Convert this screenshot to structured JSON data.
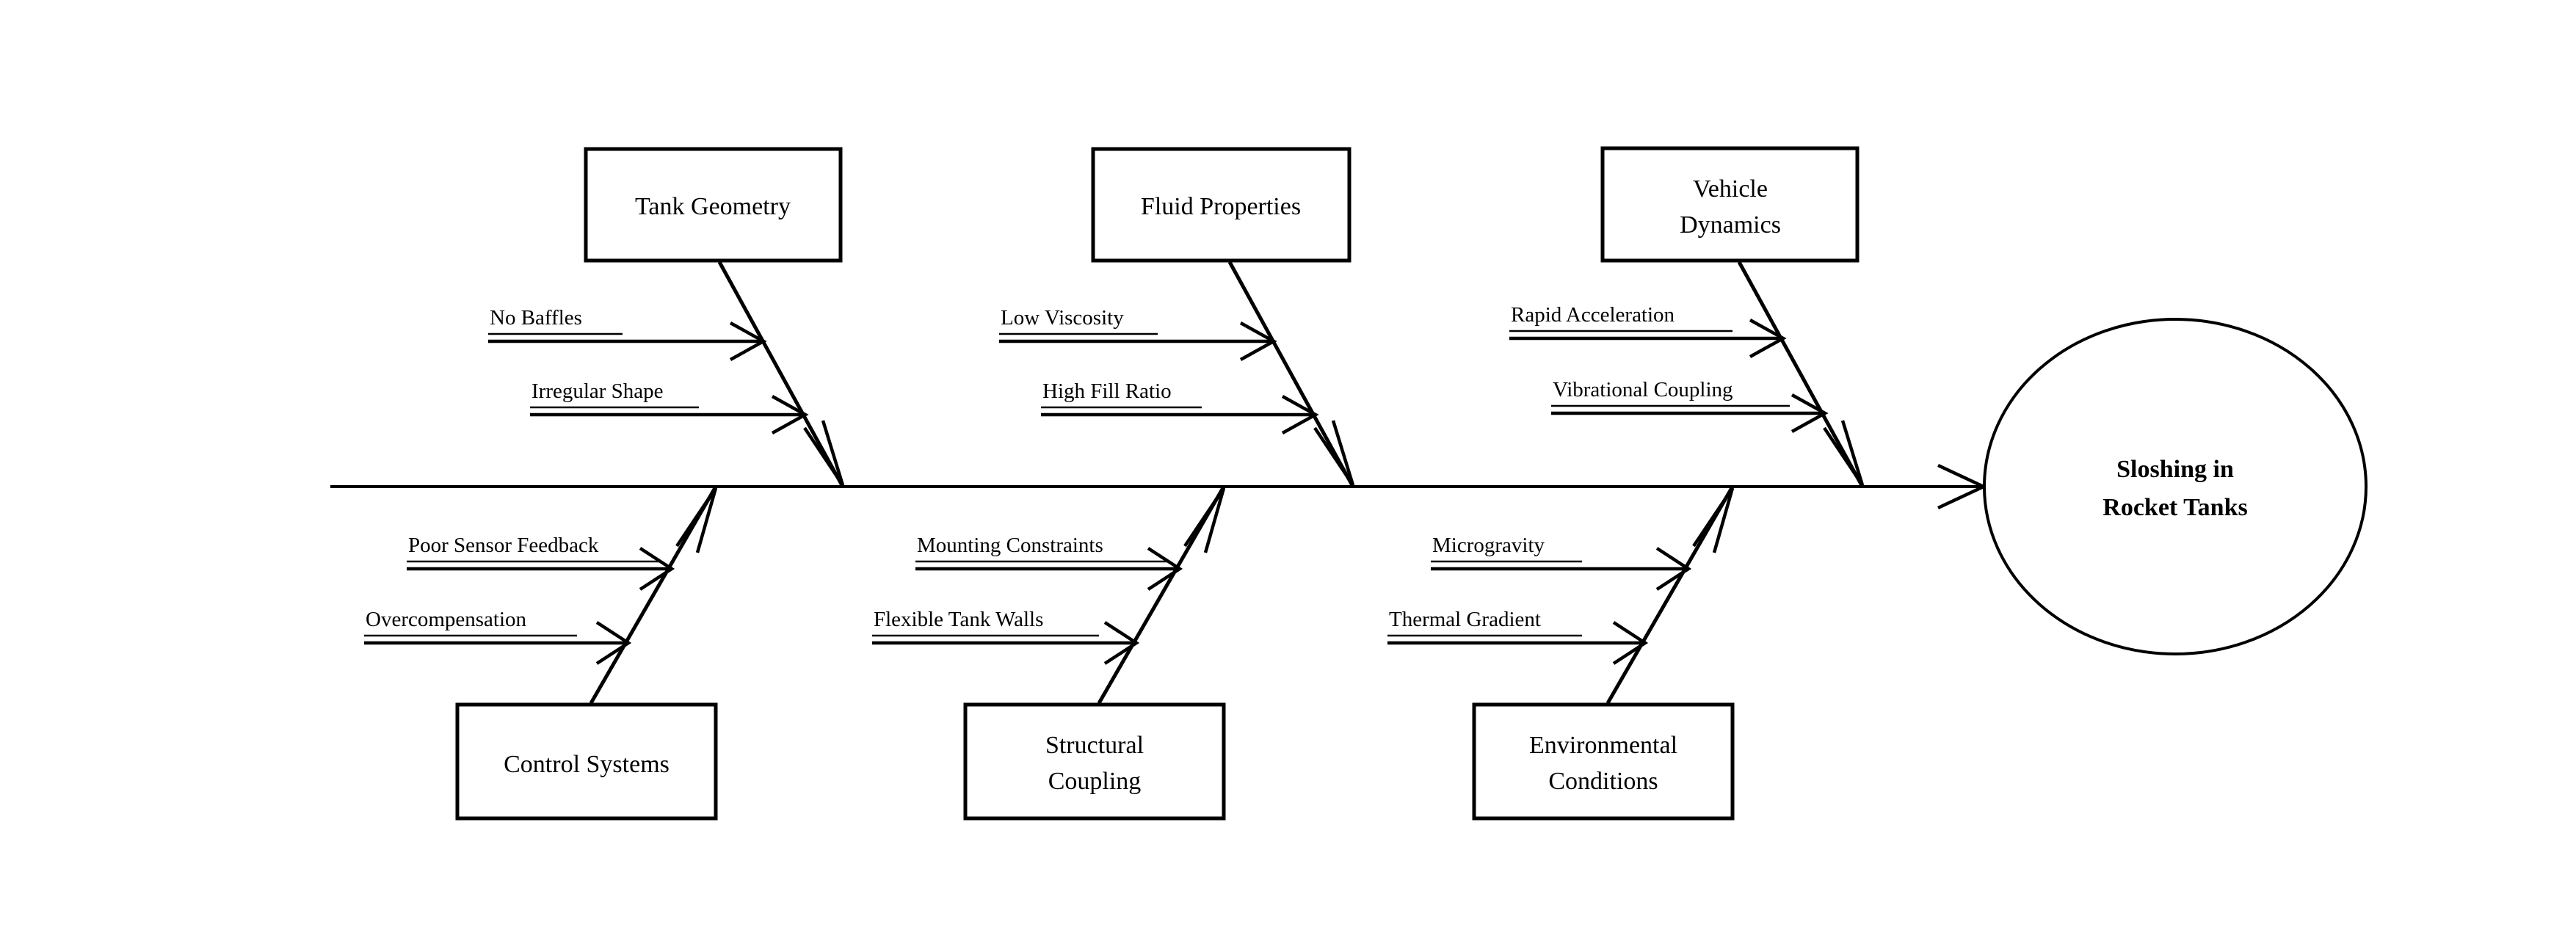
{
  "diagram": {
    "type": "fishbone-ishikawa",
    "effect": {
      "line1": "Sloshing in",
      "line2": "Rocket Tanks"
    },
    "categories": [
      {
        "id": "tank-geometry",
        "label_line1": "Tank Geometry",
        "label_line2": "",
        "position": "top",
        "causes": [
          "No Baffles",
          "Irregular Shape"
        ]
      },
      {
        "id": "fluid-properties",
        "label_line1": "Fluid Properties",
        "label_line2": "",
        "position": "top",
        "causes": [
          "Low Viscosity",
          "High Fill Ratio"
        ]
      },
      {
        "id": "vehicle-dynamics",
        "label_line1": "Vehicle",
        "label_line2": "Dynamics",
        "position": "top",
        "causes": [
          "Rapid Acceleration",
          "Vibrational Coupling"
        ]
      },
      {
        "id": "control-systems",
        "label_line1": "Control Systems",
        "label_line2": "",
        "position": "bottom",
        "causes": [
          "Poor Sensor Feedback",
          "Overcompensation"
        ]
      },
      {
        "id": "structural-coupling",
        "label_line1": "Structural",
        "label_line2": "Coupling",
        "position": "bottom",
        "causes": [
          "Mounting  Constraints",
          "Flexible Tank Walls"
        ]
      },
      {
        "id": "environmental-conditions",
        "label_line1": "Environmental",
        "label_line2": "Conditions",
        "position": "bottom",
        "causes": [
          "Microgravity",
          "Thermal Gradient"
        ]
      }
    ],
    "colors": {
      "stroke": "#000000",
      "background": "#ffffff",
      "text": "#000000"
    }
  }
}
